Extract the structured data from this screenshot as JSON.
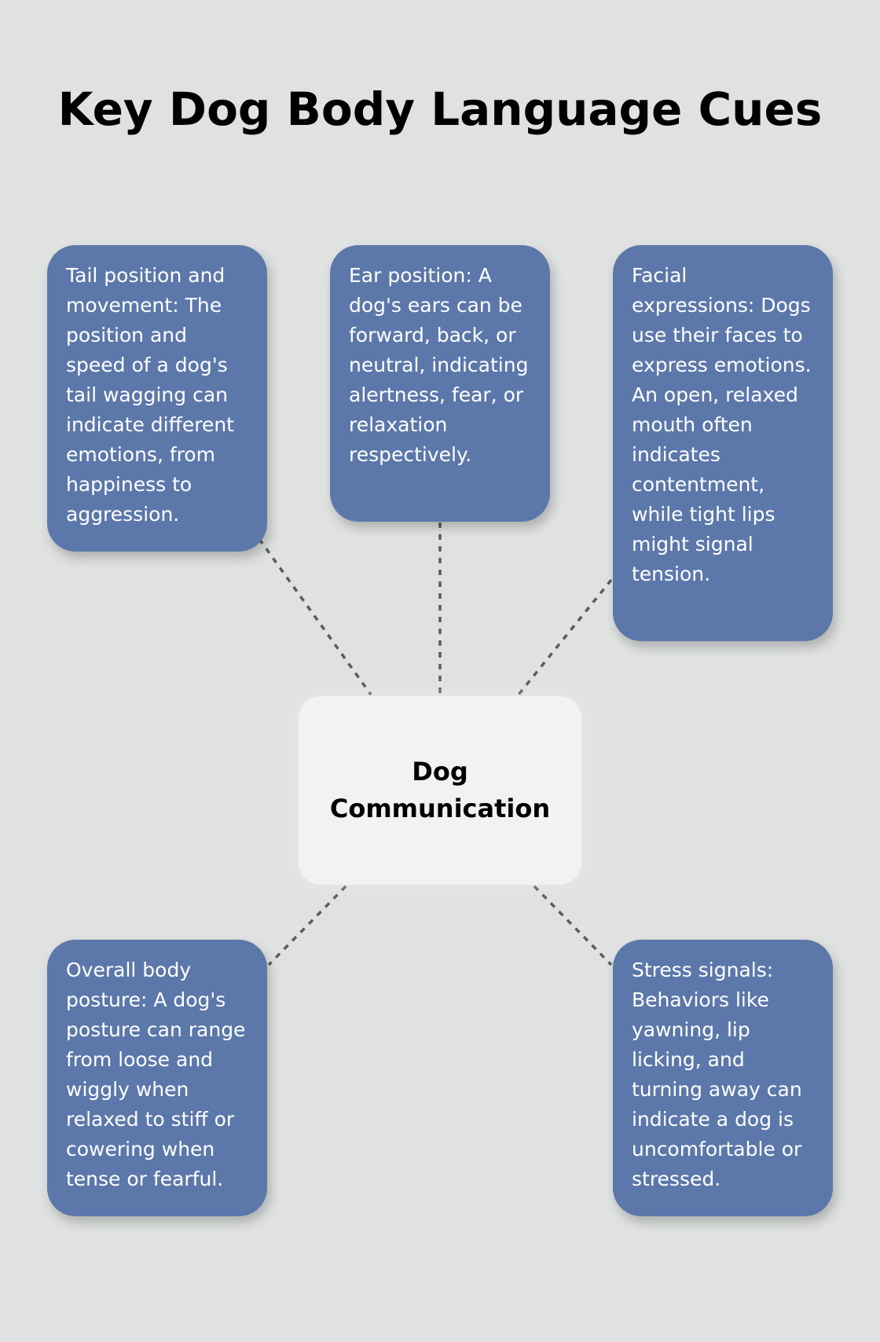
{
  "title": "Key Dog Body Language Cues",
  "center": {
    "label": "Dog Communication"
  },
  "cues": [
    {
      "id": "tail",
      "text": "Tail position and movement: The position and speed of a dog's tail wagging can indicate different emotions, from happiness to aggression."
    },
    {
      "id": "ear",
      "text": "Ear position: A dog's ears can be forward, back, or neutral, indicating alertness, fear, or relaxation respectively."
    },
    {
      "id": "face",
      "text": "Facial expressions: Dogs use their faces to express emotions. An open, relaxed mouth often indicates contentment, while tight lips might signal tension."
    },
    {
      "id": "posture",
      "text": "Overall body posture: A dog's posture can range from loose and wiggly when relaxed to stiff or cowering when tense or fearful."
    },
    {
      "id": "stress",
      "text": "Stress signals: Behaviors like yawning, lip licking, and turning away can indicate a dog is uncomfortable or stressed."
    }
  ],
  "colors": {
    "background": "#dfe2e1",
    "card": "#5c78aa",
    "hub": "#f1f2f3",
    "connector": "#5b5b5b"
  }
}
